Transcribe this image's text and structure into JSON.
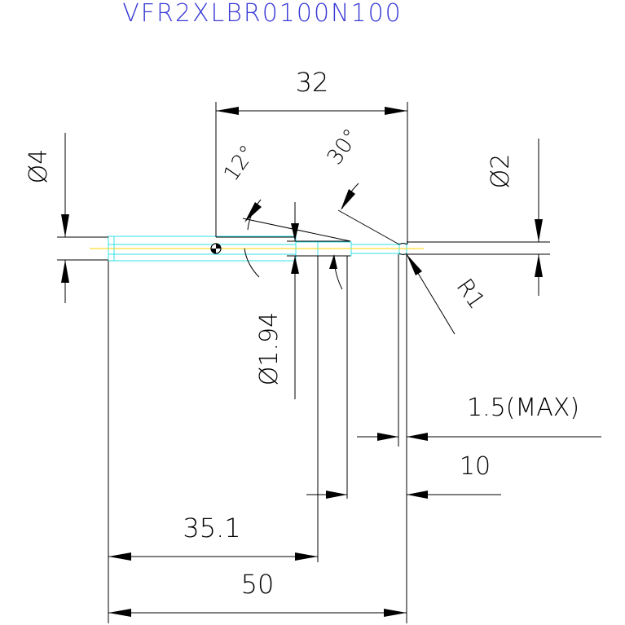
{
  "drawing": {
    "title": "VFR2XLBR0100N100",
    "title_color": "#3a3ad6"
  },
  "dimensions": {
    "d32": "32",
    "phi4": "Ø4",
    "angle12": "12°",
    "angle30": "30°",
    "phi2": "Ø2",
    "r1": "R1",
    "phi194": "Ø1.94",
    "max15": "1.5(MAX)",
    "d10": "10",
    "d351": "35.1",
    "d50": "50"
  },
  "colors": {
    "lines": "#000000",
    "tool_outline": "#33e0e6",
    "centerline": "#ffd400",
    "tip": "#b03060"
  }
}
